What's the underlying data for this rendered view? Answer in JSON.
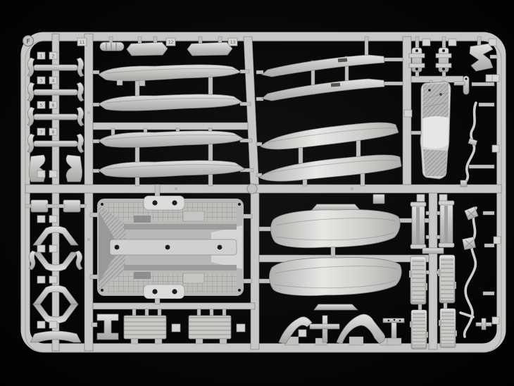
{
  "scene": {
    "description": "Photograph of a light-gray injection-molded plastic model kit sprue (parts tree) for a car model, laid on a black background",
    "background_color": "#050505",
    "plastic_color": "#c6c8c5",
    "plastic_highlight": "#e9eae7",
    "plastic_shadow": "#8a8c89"
  },
  "sprue": {
    "corner_label": "F",
    "tags": {
      "n1": "1",
      "n2": "2",
      "n3": "3",
      "n4": "4",
      "n5": "5",
      "n6": "6",
      "n7": "7",
      "n8": "8",
      "n11": "11",
      "n12": "12",
      "n13": "13"
    },
    "part_groups": [
      "suspension hook/duct parts with numbered tags (left column)",
      "stacked rocker / side-skirt panels (upper left)",
      "slanted sill blades and large side panels (upper middle)",
      "small mechanical assemblies, corner bracket, interior side panel, thin stabilizer bar (upper right)",
      "large detailed chassis floor pan (lower left)",
      "I-beam part and two ribbed radiator grilles (bottom left)",
      "two large layered underbody panels and A-shaped braces (bottom middle)",
      "paired frame-rail parts and long wavy exhaust / brake line (bottom right)"
    ]
  }
}
